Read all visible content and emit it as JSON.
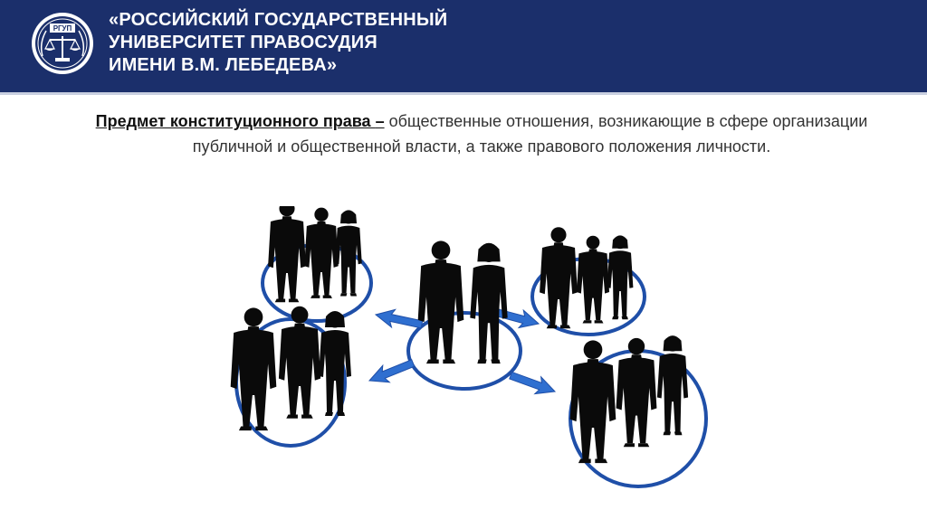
{
  "header": {
    "logo_text": "РГУП",
    "title_lines": [
      "«РОССИЙСКИЙ ГОСУДАРСТВЕННЫЙ",
      "УНИВЕРСИТЕТ ПРАВОСУДИЯ",
      "ИМЕНИ В.М. ЛЕБЕДЕВА»"
    ],
    "bg_color": "#1b2f6b"
  },
  "definition": {
    "term": "Предмет конституционного права ",
    "dash": "–",
    "body": " общественные отношения, возникающие в сфере организации публичной и общественной власти, а также правового положения личности."
  },
  "illustration": {
    "icon": "people-groups-network",
    "ring_color": "#1f4fa8",
    "arrow_color": "#2f6fd0",
    "silhouette_color": "#0a0a0a"
  }
}
